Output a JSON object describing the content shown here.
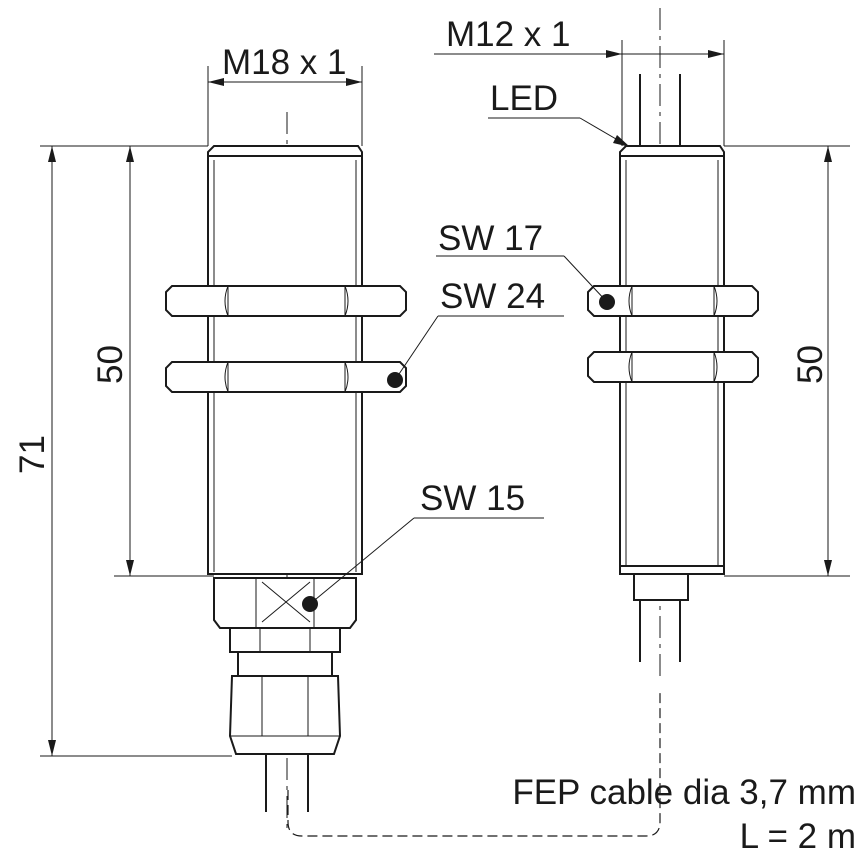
{
  "labels": {
    "thread_large": "M18 x 1",
    "thread_small": "M12 x 1",
    "led": "LED",
    "sw17": "SW 17",
    "sw24": "SW 24",
    "sw15": "SW 15",
    "dim_50_left": "50",
    "dim_50_right": "50",
    "dim_71": "71",
    "cable_line1": "FEP cable dia 3,7 mm",
    "cable_line2": "L = 2 m"
  }
}
